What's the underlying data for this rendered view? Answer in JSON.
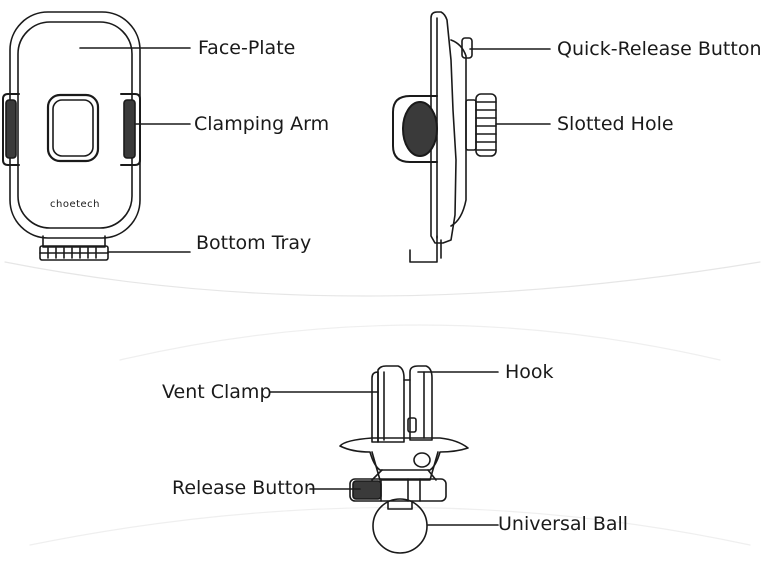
{
  "labels": {
    "face_plate": "Face-Plate",
    "clamping_arm": "Clamping Arm",
    "bottom_tray": "Bottom Tray",
    "quick_release_button": "Quick-Release Button",
    "slotted_hole": "Slotted Hole",
    "hook": "Hook",
    "vent_clamp": "Vent Clamp",
    "release_button": "Release Button",
    "universal_ball": "Universal Ball"
  },
  "brand_text": "choetech",
  "colors": {
    "stroke": "#1a1a1a",
    "dark_fill": "#3a3a3a",
    "background": "#ffffff"
  }
}
